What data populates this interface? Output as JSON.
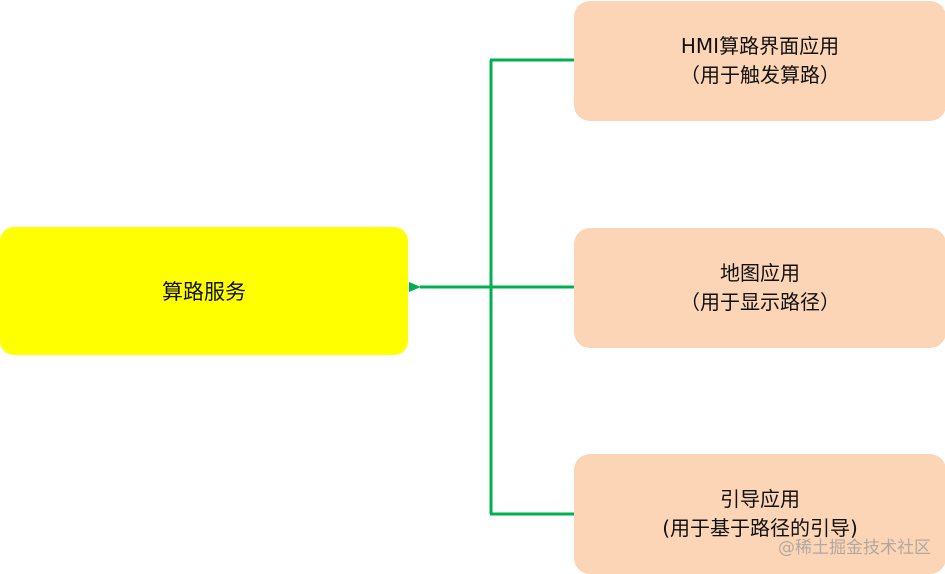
{
  "colors": {
    "center_fill": "#ffff00",
    "app_fill": "#fbd5b5",
    "connector": "#00b050"
  },
  "center": {
    "label": "算路服务"
  },
  "apps": [
    {
      "title": "HMI算路界面应用",
      "subtitle": "（用于触发算路）"
    },
    {
      "title": "地图应用",
      "subtitle": "（用于显示路径）"
    },
    {
      "title": "引导应用",
      "subtitle": "(用于基于路径的引导)"
    }
  ],
  "watermark": "@稀土掘金技术社区"
}
